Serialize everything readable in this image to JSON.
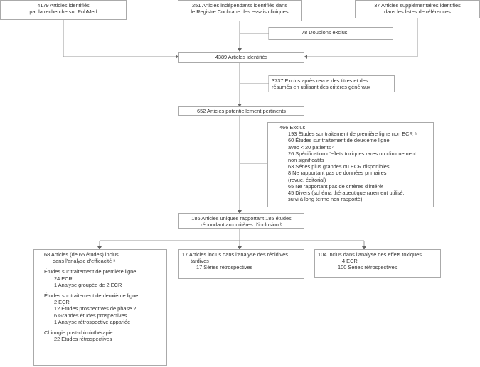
{
  "source_pubmed": [
    "4179 Articles identifiés",
    "par la recherche sur PubMed"
  ],
  "source_cochrane": [
    "251 Articles indépendants identifiés dans",
    "le Registre Cochrane des essais cliniques"
  ],
  "source_references": [
    "37 Articles supplémentaires identifiés",
    "dans les listes de références"
  ],
  "excluded_duplicates": "78 Doublons exclus",
  "identified": "4389 Articles identifiés",
  "excluded_screening": [
    "3737 Exclus après revue des titres et des",
    "résumés en utilisant des critères généraux"
  ],
  "potentially_relevant": "652 Articles potentiellement pertinents",
  "excluded_detail": {
    "title": "466 Exclus",
    "items": [
      "193 Études sur traitement de première ligne non ECR ᵃ",
      "60 Études sur traitement de deuxième ligne",
      "avec < 20 patients ᵃ",
      "26 Spécification d'effets toxiques rares ou cliniquement",
      "non significatifs",
      "63 Séries plus grandes ou ECR disponibles",
      "8 Ne rapportant pas de données primaires",
      "(revue, éditorial)",
      "65 Ne rapportant pas de critères d'intérêt",
      "45 Divers (schéma thérapeutique rarement utilisé,",
      "suivi à long terme non rapporté)"
    ]
  },
  "unique_articles": [
    "186 Articles uniques rapportant 185 études",
    "répondant aux critères d'inclusion ᵇ"
  ],
  "efficacy": {
    "title": [
      "68 Articles (de 65 études) inclus",
      "dans l'analyse d'efficacité ᵃ"
    ],
    "first_line_header": "Études sur traitement de première ligne",
    "first_line_items": [
      "24 ECR",
      "1 Analyse groupée de 2 ECR"
    ],
    "second_line_header": "Études sur traitement de deuxième ligne",
    "second_line_items": [
      "2 ECR",
      "12 Études prospectives de phase 2",
      "6 Grandes études prospectives",
      "1 Analyse rétrospective appariée"
    ],
    "surgery_header": "Chirurgie post-chimiothérapie",
    "surgery_items": [
      "22 Études rétrospectives"
    ]
  },
  "relapse": {
    "title": [
      "17 Articles inclus dans l'analyse des récidives",
      "tardives"
    ],
    "items": [
      "17 Séries rétrospectives"
    ]
  },
  "toxicity": {
    "title": [
      "104 Inclus dans l'analyse des effets toxiques"
    ],
    "items": [
      "4 ECR",
      "100 Séries rétrospectives"
    ]
  }
}
